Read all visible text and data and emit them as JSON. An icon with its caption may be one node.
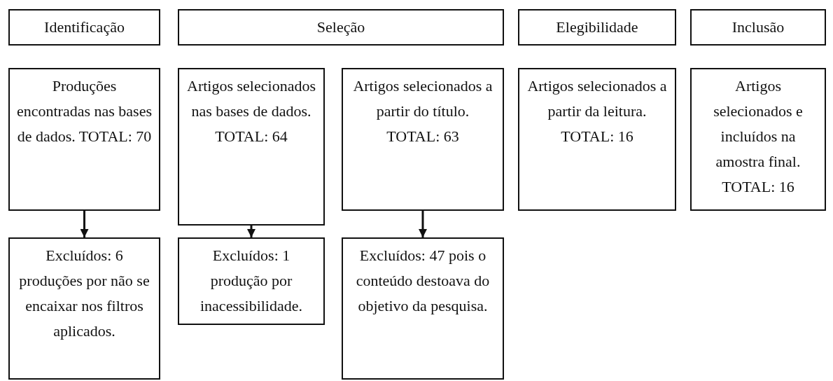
{
  "diagram": {
    "nodes": [
      {
        "text": [
          "Identificação"
        ]
      },
      {
        "text": [
          "Seleção"
        ]
      },
      {
        "text": [
          "Elegibilidade"
        ]
      },
      {
        "text": [
          "Inclusão"
        ]
      },
      {
        "text": [
          "Produções encontradas nas bases de dados. TOTAL: 70"
        ]
      },
      {
        "text": [
          "Artigos selecionados nas bases de dados. TOTAL: 64"
        ]
      },
      {
        "text": [
          "Artigos selecionados a partir do título. TOTAL: 63"
        ]
      },
      {
        "text": [
          "Artigos selecionados a partir da leitura. TOTAL: 16"
        ]
      },
      {
        "text": [
          "Artigos selecionados e incluídos na amostra final. TOTAL: 16"
        ]
      },
      {
        "text": [
          "Excluídos: 6 produções por não se encaixar nos filtros aplicados."
        ]
      },
      {
        "text": [
          "Excluídos: 1 produção por inacessibilidade."
        ]
      },
      {
        "text": [
          "Excluídos: 47 pois o conteúdo destoava do objetivo da pesquisa."
        ]
      }
    ],
    "edges": [
      {
        "from": 4,
        "to": 9,
        "arrow": "to"
      },
      {
        "from": 5,
        "to": 10,
        "arrow": "to"
      },
      {
        "from": 6,
        "to": 11,
        "arrow": "to"
      }
    ]
  }
}
